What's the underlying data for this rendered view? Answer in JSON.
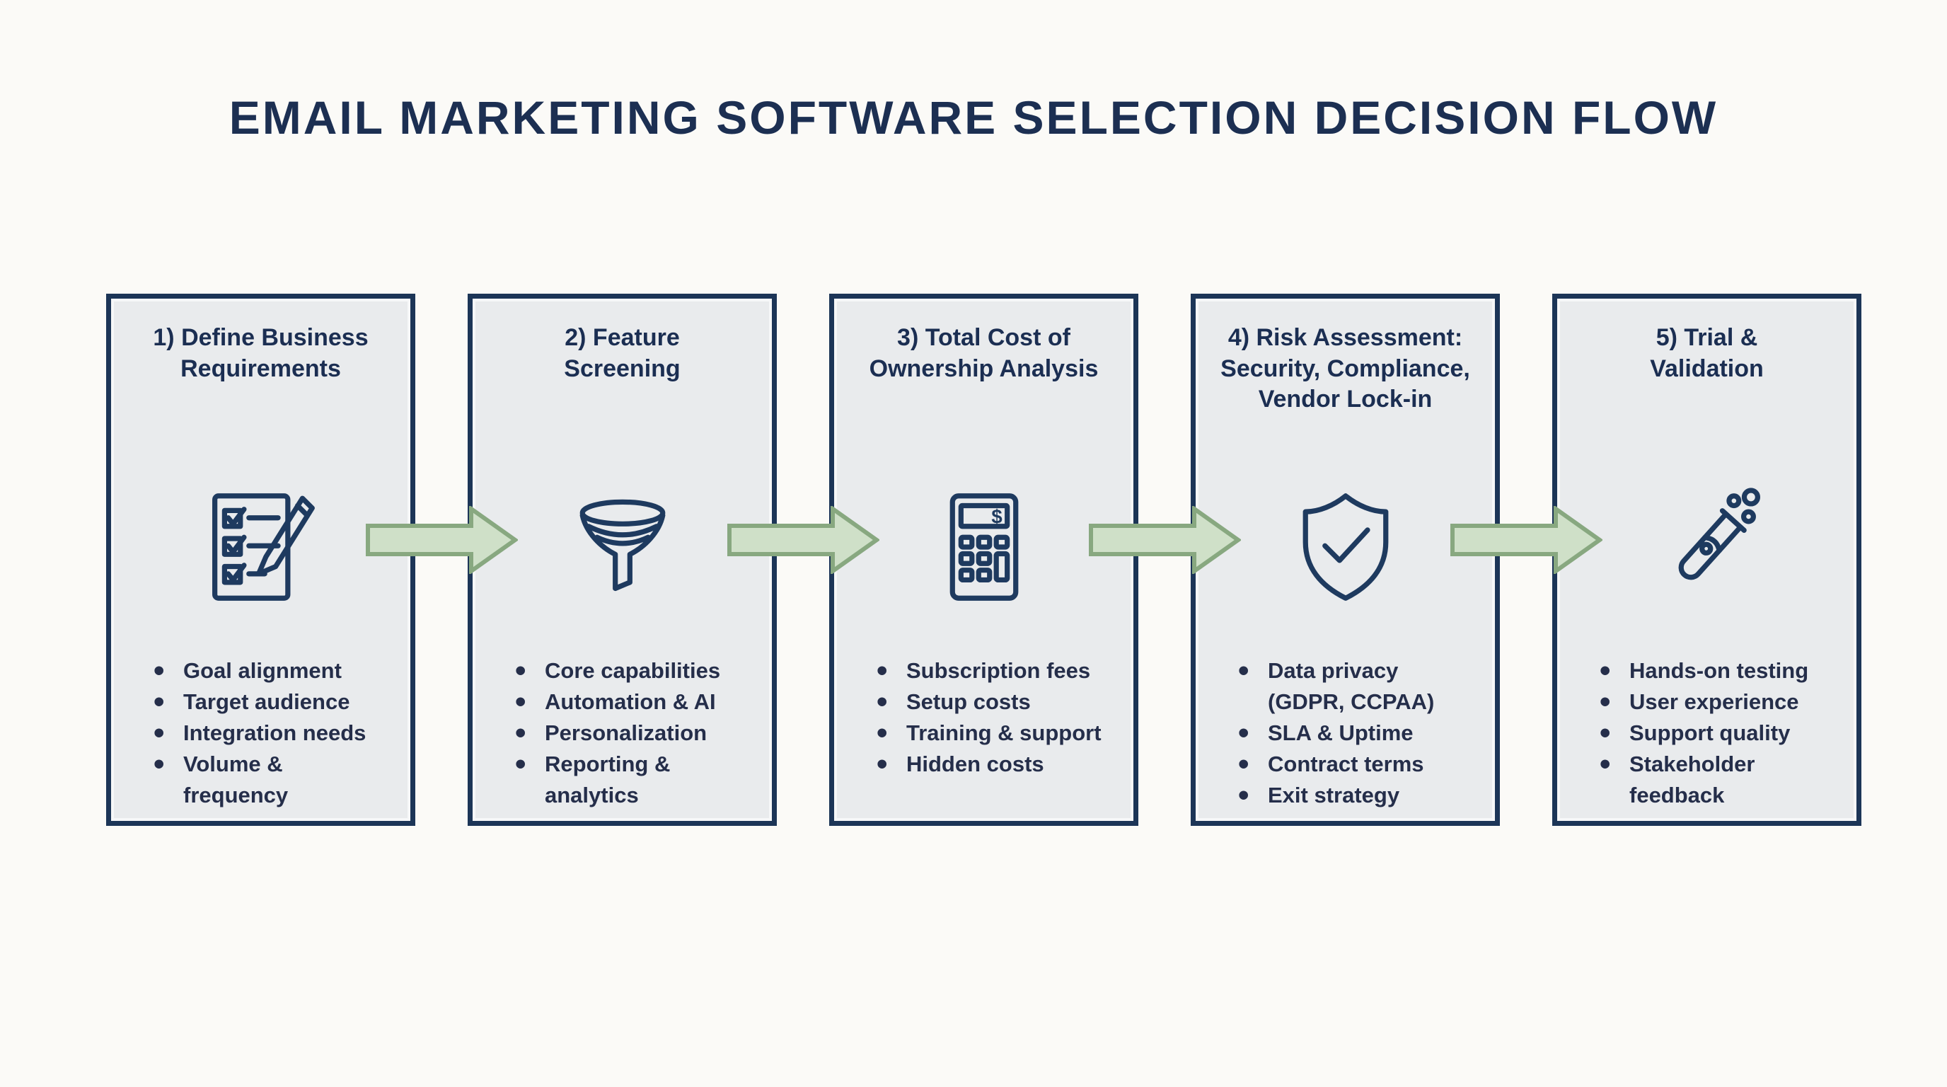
{
  "title": "EMAIL MARKETING SOFTWARE SELECTION DECISION FLOW",
  "colors": {
    "background": "#fbfaf7",
    "box_fill": "#e9ebed",
    "box_border": "#1c3557",
    "heading_text": "#1b2e52",
    "bullet_text": "#252e4a",
    "arrow_fill": "#cfe0c8",
    "arrow_stroke": "#88a880"
  },
  "steps": [
    {
      "title": "1) Define Business\nRequirements",
      "icon": "checklist-icon",
      "bullets": [
        "Goal alignment",
        "Target audience",
        "Integration needs",
        "Volume &\nfrequency"
      ]
    },
    {
      "title": "2) Feature\nScreening",
      "icon": "funnel-icon",
      "bullets": [
        "Core capabilities",
        "Automation & AI",
        "Personalization",
        "Reporting &\nanalytics"
      ]
    },
    {
      "title": "3) Total Cost of\nOwnership Analysis",
      "icon": "calculator-icon",
      "bullets": [
        "Subscription fees",
        "Setup costs",
        "Training & support",
        "Hidden costs"
      ]
    },
    {
      "title": "4) Risk Assessment:\nSecurity, Compliance,\nVendor Lock-in",
      "icon": "shield-check-icon",
      "bullets": [
        "Data privacy\n(GDPR, CCPAA)",
        "SLA & Uptime",
        "Contract terms",
        "Exit strategy"
      ]
    },
    {
      "title": "5) Trial &\nValidation",
      "icon": "test-tube-icon",
      "bullets": [
        "Hands-on testing",
        "User experience",
        "Support quality",
        "Stakeholder\nfeedback"
      ]
    }
  ]
}
